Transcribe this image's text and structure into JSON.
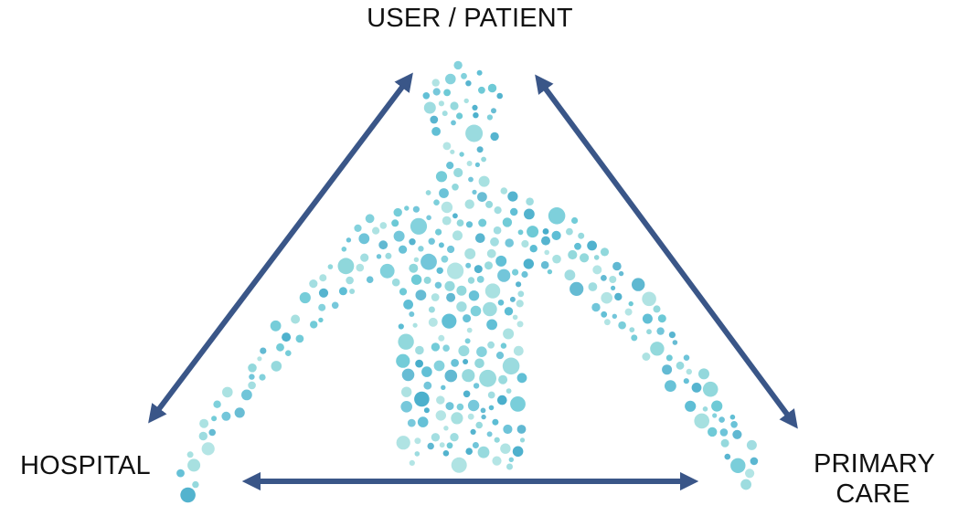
{
  "nodes": {
    "top": "USER / PATIENT",
    "left": "HOSPITAL",
    "right": "PRIMARY CARE"
  },
  "colors": {
    "arrow": "#3a5688",
    "dot_palette": [
      "#5cbdd4",
      "#8fd7db",
      "#48aecb",
      "#a6e0e0",
      "#6cc9d6"
    ],
    "text": "#111111",
    "background": "#ffffff"
  },
  "figure": {
    "type": "human-silhouette-made-of-dots",
    "arrows": [
      "left-to-top",
      "top-to-right",
      "left-to-right"
    ]
  }
}
